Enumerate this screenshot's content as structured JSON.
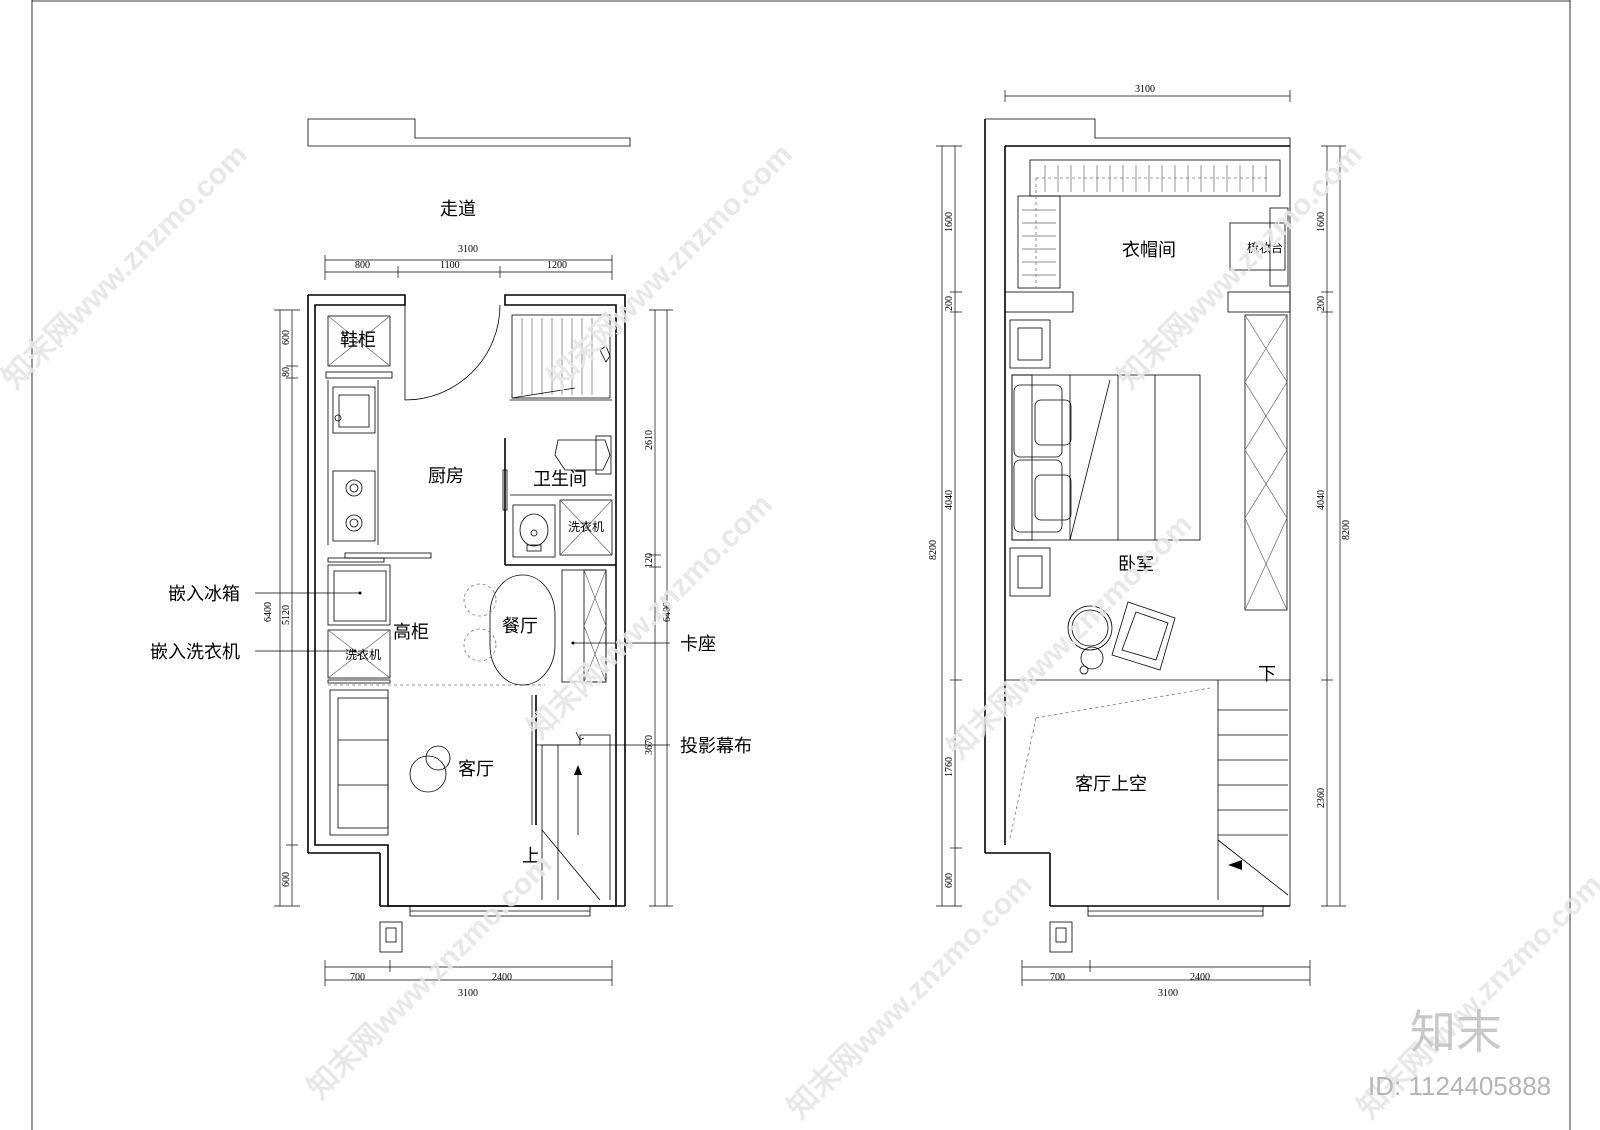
{
  "labels": {
    "corridor": "走道",
    "shoe_cabinet": "鞋柜",
    "kitchen": "厨房",
    "bathroom": "卫生间",
    "washer_small_1": "洗衣机",
    "washer_small_2": "洗衣机",
    "built_in_fridge": "嵌入冰箱",
    "tall_cabinet": "高柜",
    "dining": "餐厅",
    "built_in_washer": "嵌入洗衣机",
    "booth": "卡座",
    "projector_screen": "投影幕布",
    "living_room": "客厅",
    "up": "上",
    "cloakroom": "衣帽间",
    "dresser": "梳妆台",
    "bedroom": "卧室",
    "down": "下",
    "living_void": "客厅上空"
  },
  "dimensions": {
    "f1_top_total": "3100",
    "f1_top_1": "800",
    "f1_top_2": "1100",
    "f1_top_3": "1200",
    "f1_left_600a": "600",
    "f1_left_80": "80",
    "f1_left_5120": "5120",
    "f1_left_6400": "6400",
    "f1_left_600b": "600",
    "f1_right_2610": "2610",
    "f1_right_120": "120",
    "f1_right_3670": "3670",
    "f1_right_6400": "6400",
    "f1_bottom_700": "700",
    "f1_bottom_2400": "2400",
    "f1_bottom_total": "3100",
    "f2_top_total": "3100",
    "f2_left_1600": "1600",
    "f2_left_200": "200",
    "f2_left_4040": "4040",
    "f2_left_1760": "1760",
    "f2_left_600": "600",
    "f2_left_8200": "8200",
    "f2_right_1600": "1600",
    "f2_right_200": "200",
    "f2_right_4040": "4040",
    "f2_right_2360": "2360",
    "f2_right_8200": "8200",
    "f2_bottom_700": "700",
    "f2_bottom_2400": "2400",
    "f2_bottom_total": "3100"
  },
  "watermark": {
    "text": "知末网www.znzmo.com",
    "brand": "知末",
    "id": "ID: 1124405888"
  }
}
